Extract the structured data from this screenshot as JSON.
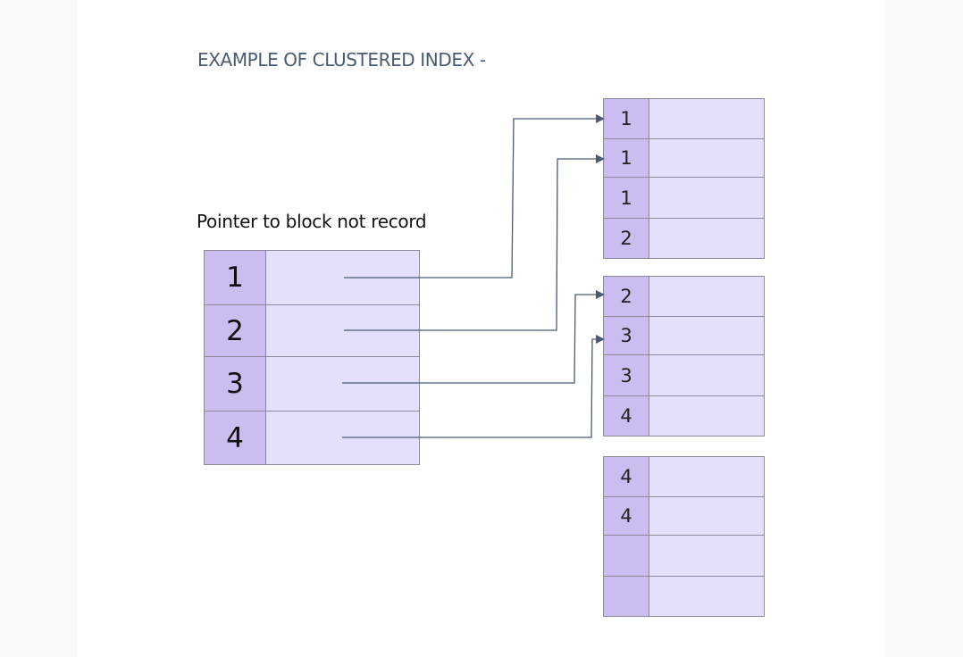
{
  "title": "EXAMPLE OF CLUSTERED INDEX -",
  "pointer_label": "Pointer to block not record",
  "index_keys": [
    "1",
    "2",
    "3",
    "4"
  ],
  "blocks": [
    {
      "keys": [
        "1",
        "1",
        "1",
        "2"
      ]
    },
    {
      "keys": [
        "2",
        "3",
        "3",
        "4"
      ]
    },
    {
      "keys": [
        "4",
        "4",
        "",
        ""
      ]
    }
  ],
  "colors": {
    "key_cell": "#cbbdf0",
    "data_cell": "#e4dffa",
    "border": "#8a8a9a",
    "arrow": "#4a5a73"
  }
}
